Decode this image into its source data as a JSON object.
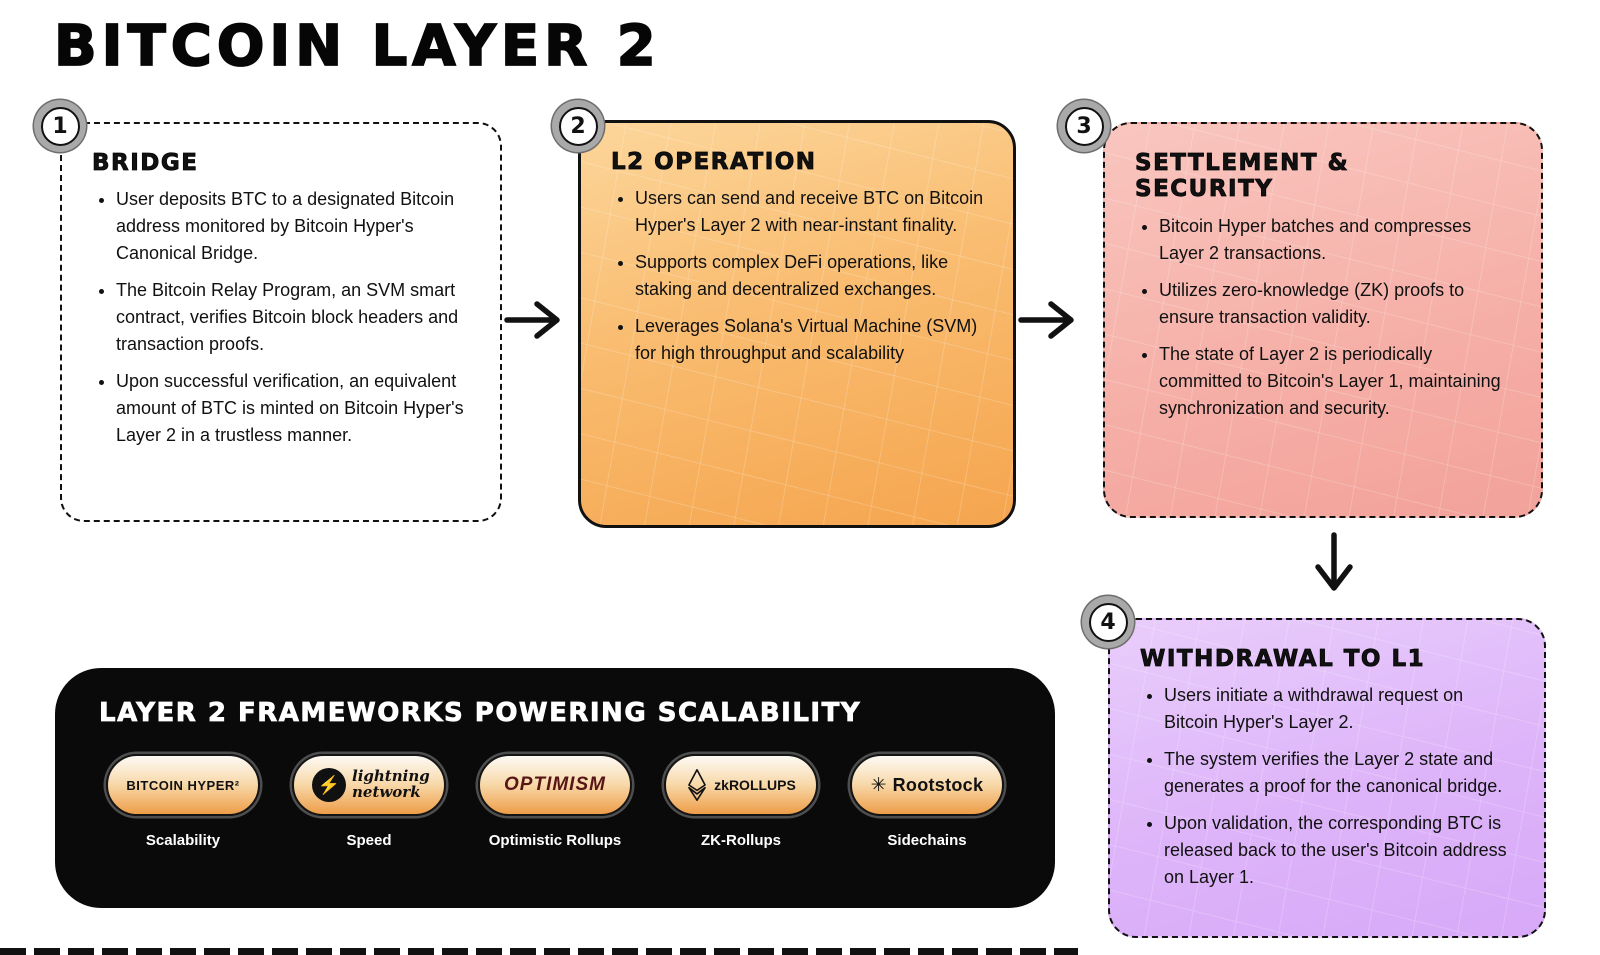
{
  "title": "BITCOIN LAYER 2",
  "cards": [
    {
      "number": "1",
      "title": "BRIDGE",
      "bullets": [
        "User deposits BTC to a designated Bitcoin address monitored by Bitcoin Hyper's Canonical Bridge.",
        "The Bitcoin Relay Program, an SVM smart contract, verifies Bitcoin block headers and transaction proofs.",
        "Upon successful verification, an equivalent amount of BTC is minted on Bitcoin Hyper's Layer 2 in a trustless manner."
      ]
    },
    {
      "number": "2",
      "title": "L2 OPERATION",
      "bullets": [
        "Users can send and receive BTC on Bitcoin Hyper's Layer 2 with near-instant finality.",
        "Supports complex DeFi operations, like staking and decentralized exchanges.",
        "Leverages Solana's Virtual Machine (SVM) for high throughput and scalability"
      ]
    },
    {
      "number": "3",
      "title": "SETTLEMENT & SECURITY",
      "bullets": [
        "Bitcoin Hyper batches and compresses Layer 2 transactions.",
        "Utilizes zero-knowledge (ZK) proofs to ensure transaction validity.",
        "The state of Layer 2 is periodically committed to Bitcoin's Layer 1, maintaining synchronization and security."
      ]
    },
    {
      "number": "4",
      "title": "WITHDRAWAL TO L1",
      "bullets": [
        "Users initiate a withdrawal request on Bitcoin Hyper's Layer 2.",
        "The system verifies the Layer 2 state and generates a proof for the canonical bridge.",
        "Upon validation, the corresponding BTC is released back to the user's Bitcoin address on Layer 1."
      ]
    }
  ],
  "frameworks_panel": {
    "title": "LAYER 2 FRAMEWORKS POWERING SCALABILITY",
    "items": [
      {
        "logo_text": "BITCOIN HYPER²",
        "label": "Scalability"
      },
      {
        "logo_text": "lightning network",
        "label": "Speed",
        "icon_glyph": "⚡"
      },
      {
        "logo_text": "OPTIMISM",
        "label": "Optimistic Rollups"
      },
      {
        "logo_text": "zkROLLUPS",
        "label": "ZK-Rollups"
      },
      {
        "logo_text": "Rootstock",
        "label": "Sidechains",
        "icon_glyph": "✳"
      }
    ]
  },
  "colors": {
    "card_orange": "#f5a54e",
    "card_pink": "#f2a29a",
    "card_purple": "#d7a9f8",
    "panel_black": "#0a0a0a",
    "optimism_maroon": "#571616",
    "accent_border": "#111111"
  }
}
